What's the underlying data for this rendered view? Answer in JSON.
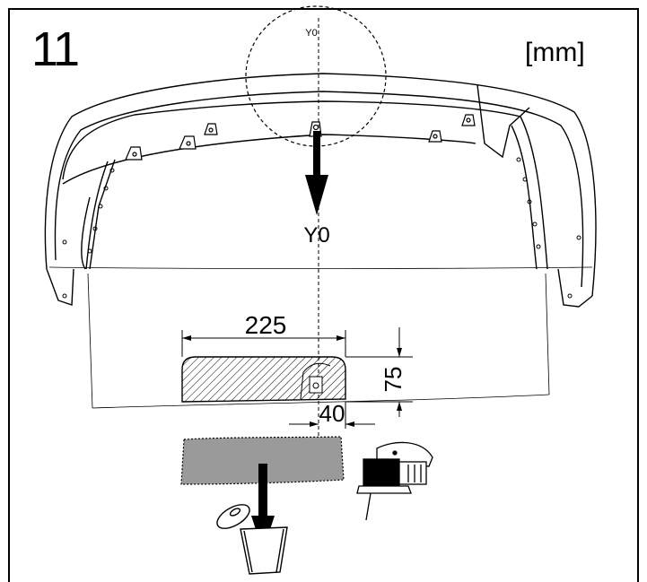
{
  "step_number": "11",
  "unit_label": "[mm]",
  "reference": {
    "circle_label": "Y0",
    "arrow_label": "Y0"
  },
  "dimensions": {
    "cut_width": "225",
    "cut_height": "75",
    "offset": "40"
  },
  "icons": {
    "tool": "jigsaw-icon",
    "disposal": "trash-bin-icon"
  }
}
